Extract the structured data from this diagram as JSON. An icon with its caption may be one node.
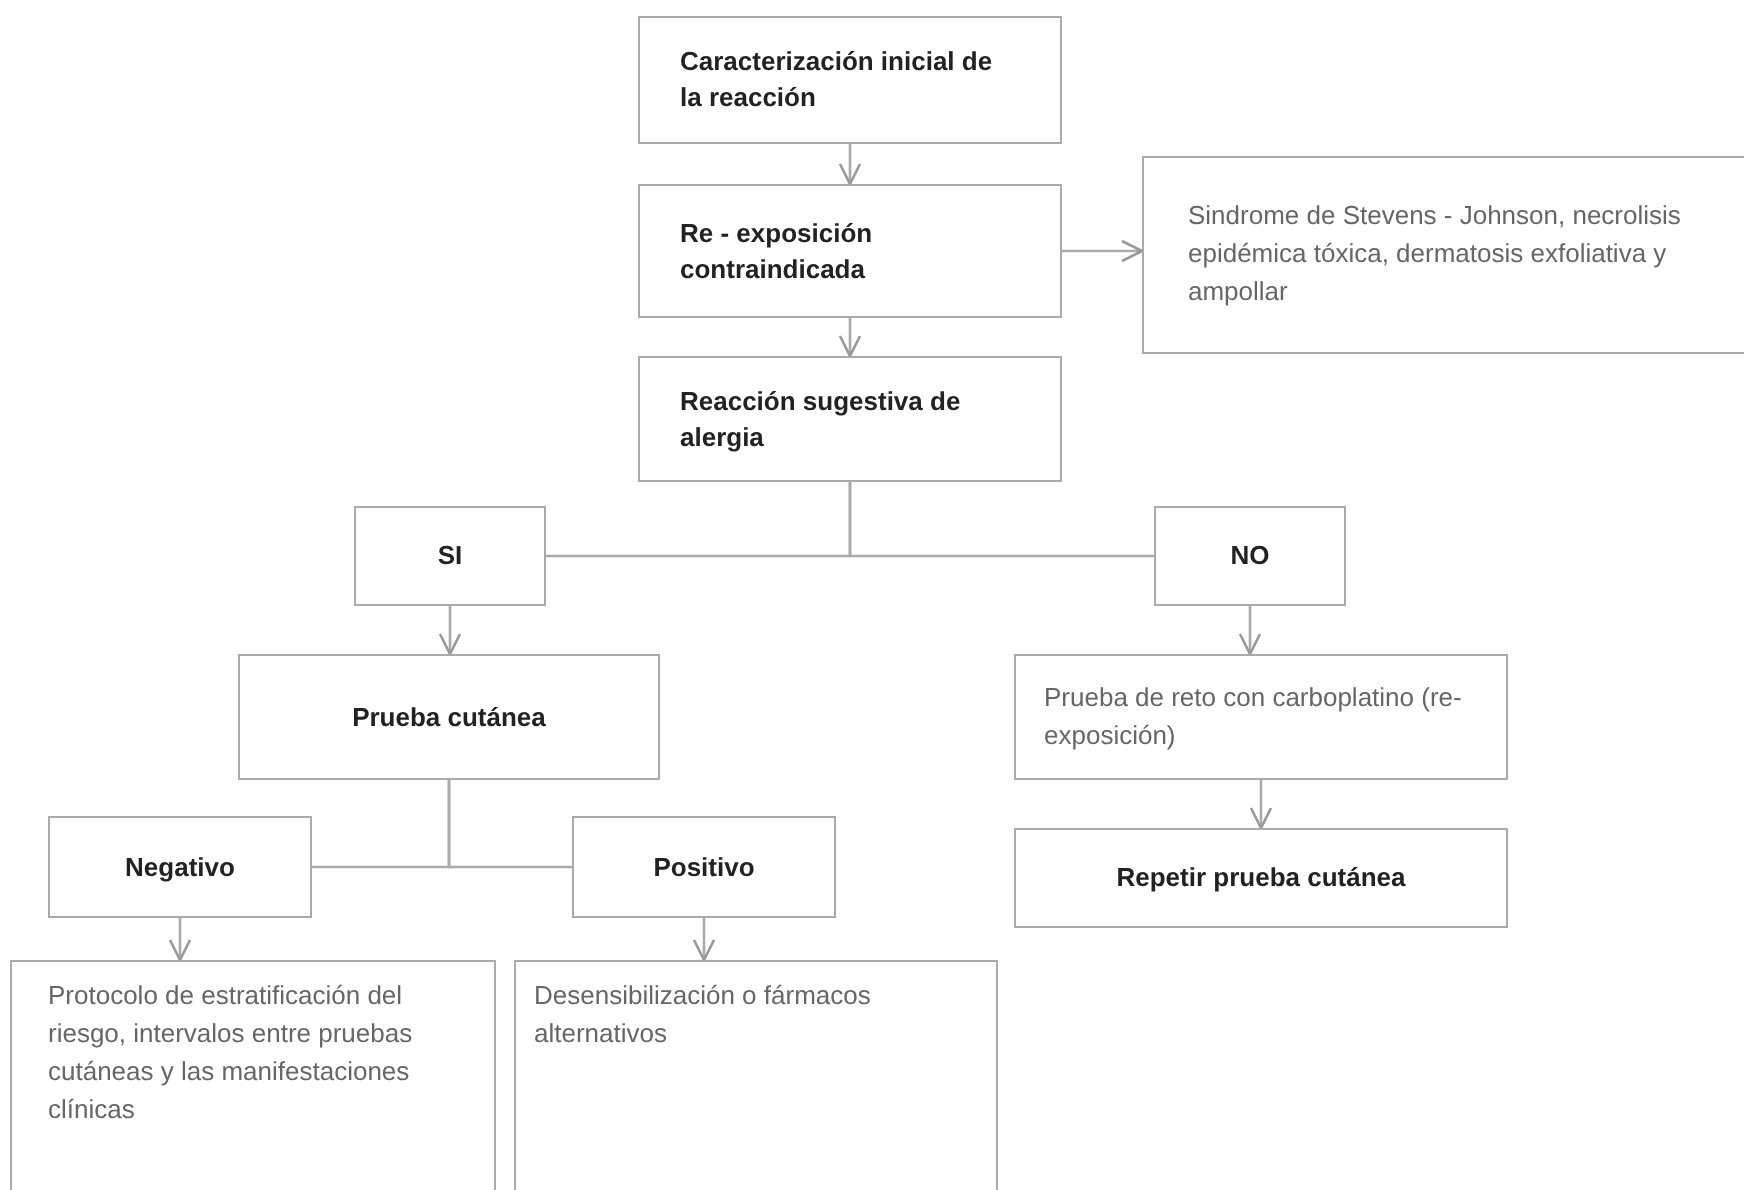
{
  "diagram": {
    "nodes": [
      {
        "text": [
          "Caracterización inicial de la reacción"
        ]
      },
      {
        "text": [
          "Re - exposición contraindicada"
        ]
      },
      {
        "text": [
          "Sindrome de Stevens - Johnson, necrolisis epidémica tóxica, dermatosis exfoliativa y ampollar"
        ]
      },
      {
        "text": [
          "Reacción sugestiva de alergia"
        ]
      },
      {
        "text": [
          "SI"
        ]
      },
      {
        "text": [
          "NO"
        ]
      },
      {
        "text": [
          "Prueba cutánea"
        ]
      },
      {
        "text": [
          "Prueba de reto con carboplatino (re-exposición)"
        ]
      },
      {
        "text": [
          "Repetir prueba cutánea"
        ]
      },
      {
        "text": [
          "Negativo"
        ]
      },
      {
        "text": [
          "Positivo"
        ]
      },
      {
        "text": [
          "Protocolo de estratificación del riesgo, intervalos entre pruebas cutáneas y las manifestaciones clínicas"
        ]
      },
      {
        "text": [
          "Desensibilización o fármacos alternativos"
        ]
      }
    ],
    "edges": [
      {
        "from": 0,
        "to": 1,
        "arrow": "to"
      },
      {
        "from": 1,
        "to": 2,
        "arrow": "to"
      },
      {
        "from": 1,
        "to": 3,
        "arrow": "to"
      },
      {
        "from": 3,
        "to": 4,
        "arrow": "none"
      },
      {
        "from": 3,
        "to": 5,
        "arrow": "none"
      },
      {
        "from": 4,
        "to": 6,
        "arrow": "to"
      },
      {
        "from": 5,
        "to": 7,
        "arrow": "to"
      },
      {
        "from": 7,
        "to": 8,
        "arrow": "to"
      },
      {
        "from": 6,
        "to": 9,
        "arrow": "none"
      },
      {
        "from": 6,
        "to": 10,
        "arrow": "none"
      },
      {
        "from": 9,
        "to": 11,
        "arrow": "to"
      },
      {
        "from": 10,
        "to": 12,
        "arrow": "to"
      }
    ]
  }
}
